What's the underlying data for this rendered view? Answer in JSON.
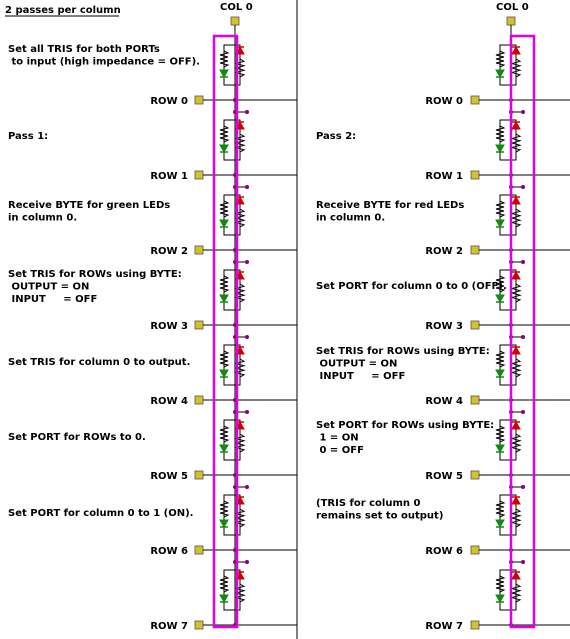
{
  "title": "2 passes per column",
  "colors": {
    "highlight": "#e000e0",
    "pad": "#d4c22a",
    "node": "#8a007a",
    "wire": "#000000",
    "green_led": "#108a10",
    "red_led": "#d00000"
  },
  "panels": [
    {
      "col_label": "COL 0",
      "rows": [
        "ROW 0",
        "ROW 1",
        "ROW 2",
        "ROW 3",
        "ROW 4",
        "ROW 5",
        "ROW 6",
        "ROW 7"
      ],
      "notes": [
        [
          "Set all TRIS for both PORTs",
          " to input (high impedance = OFF)."
        ],
        [
          "Pass 1:"
        ],
        [
          "Receive BYTE for green LEDs",
          "in column 0."
        ],
        [
          "Set TRIS for ROWs using BYTE:",
          " OUTPUT = ON",
          " INPUT     = OFF"
        ],
        [
          "Set TRIS for column 0 to output."
        ],
        [
          "Set PORT for ROWs to 0."
        ],
        [
          "Set PORT for column 0 to 1 (ON)."
        ]
      ]
    },
    {
      "col_label": "COL 0",
      "rows": [
        "ROW 0",
        "ROW 1",
        "ROW 2",
        "ROW 3",
        "ROW 4",
        "ROW 5",
        "ROW 6",
        "ROW 7"
      ],
      "notes": [
        [
          "Pass 2:"
        ],
        [
          "Receive BYTE for red LEDs",
          "in column 0."
        ],
        [
          "Set PORT for column 0 to 0 (OFF)."
        ],
        [
          "Set TRIS for ROWs using BYTE:",
          " OUTPUT = ON",
          " INPUT     = OFF"
        ],
        [
          "Set PORT for ROWs using BYTE:",
          " 1 = ON",
          " 0 = OFF"
        ],
        [
          "(TRIS for column 0",
          "remains set to output)"
        ]
      ]
    }
  ]
}
